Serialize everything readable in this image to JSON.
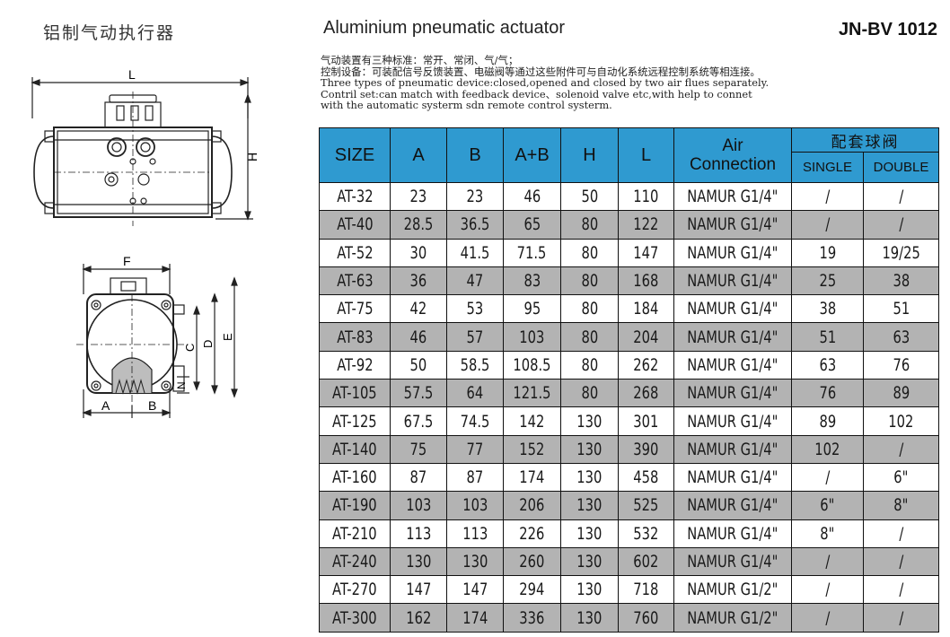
{
  "header": {
    "cn_title": "铝制气动执行器",
    "en_title": "Aluminium pneumatic actuator",
    "model": "JN-BV 1012"
  },
  "description": [
    "气动装置有三种标准：常开、常闭、气/气；",
    "控制设备：可装配信号反馈装置、电磁阀等通过这些附件可与自动化系统远程控制系统等相连接。",
    "Three types of pneumatic device:closed,opened and closed by two air flues separately.",
    "Contril set:can match with feedback device、solenoid valve etc,with help to connet",
    "with the automatic systerm sdn remote control systerm."
  ],
  "drawing_labels": {
    "L": "L",
    "H": "H",
    "F": "F",
    "C": "C",
    "D": "D",
    "E": "E",
    "N": "N",
    "A": "A",
    "B": "B"
  },
  "table": {
    "headers": {
      "size": "SIZE",
      "a": "A",
      "b": "B",
      "ab": "A+B",
      "h": "H",
      "l": "L",
      "air_line1": "Air",
      "air_line2": "Connection",
      "group": "配套球阀",
      "single": "SINGLE",
      "double": "DOUBLE"
    },
    "rows": [
      [
        "AT-32",
        "23",
        "23",
        "46",
        "50",
        "110",
        "NAMUR G1/4\"",
        "/",
        "/"
      ],
      [
        "AT-40",
        "28.5",
        "36.5",
        "65",
        "80",
        "122",
        "NAMUR G1/4\"",
        "/",
        "/"
      ],
      [
        "AT-52",
        "30",
        "41.5",
        "71.5",
        "80",
        "147",
        "NAMUR G1/4\"",
        "19",
        "19/25"
      ],
      [
        "AT-63",
        "36",
        "47",
        "83",
        "80",
        "168",
        "NAMUR G1/4\"",
        "25",
        "38"
      ],
      [
        "AT-75",
        "42",
        "53",
        "95",
        "80",
        "184",
        "NAMUR G1/4\"",
        "38",
        "51"
      ],
      [
        "AT-83",
        "46",
        "57",
        "103",
        "80",
        "204",
        "NAMUR G1/4\"",
        "51",
        "63"
      ],
      [
        "AT-92",
        "50",
        "58.5",
        "108.5",
        "80",
        "262",
        "NAMUR G1/4\"",
        "63",
        "76"
      ],
      [
        "AT-105",
        "57.5",
        "64",
        "121.5",
        "80",
        "268",
        "NAMUR G1/4\"",
        "76",
        "89"
      ],
      [
        "AT-125",
        "67.5",
        "74.5",
        "142",
        "130",
        "301",
        "NAMUR G1/4\"",
        "89",
        "102"
      ],
      [
        "AT-140",
        "75",
        "77",
        "152",
        "130",
        "390",
        "NAMUR G1/4\"",
        "102",
        "/"
      ],
      [
        "AT-160",
        "87",
        "87",
        "174",
        "130",
        "458",
        "NAMUR G1/4\"",
        "/",
        "6\""
      ],
      [
        "AT-190",
        "103",
        "103",
        "206",
        "130",
        "525",
        "NAMUR G1/4\"",
        "6\"",
        "8\""
      ],
      [
        "AT-210",
        "113",
        "113",
        "226",
        "130",
        "532",
        "NAMUR G1/4\"",
        "8\"",
        "/"
      ],
      [
        "AT-240",
        "130",
        "130",
        "260",
        "130",
        "602",
        "NAMUR G1/4\"",
        "/",
        "/"
      ],
      [
        "AT-270",
        "147",
        "147",
        "294",
        "130",
        "718",
        "NAMUR G1/2\"",
        "/",
        "/"
      ],
      [
        "AT-300",
        "162",
        "174",
        "336",
        "130",
        "760",
        "NAMUR G1/2\"",
        "/",
        "/"
      ]
    ],
    "colors": {
      "header_bg": "#2f9ad0",
      "alt_row_bg": "#b3b3b3"
    }
  }
}
